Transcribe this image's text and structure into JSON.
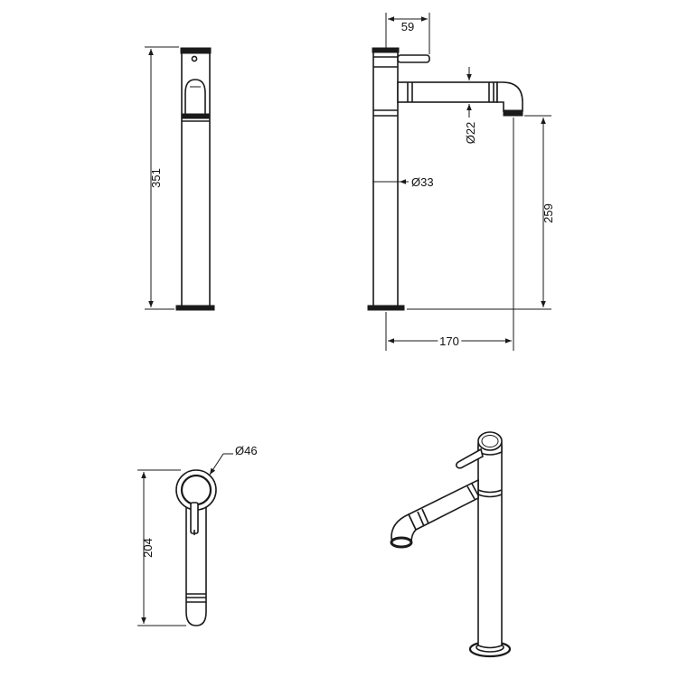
{
  "drawing": {
    "dimensions": {
      "overall_height": "351",
      "handle_offset": "59",
      "spout_diameter": "Ø22",
      "body_diameter": "Ø33",
      "spout_height": "259",
      "spout_reach": "170",
      "base_diameter": "Ø46",
      "plan_depth": "204"
    }
  },
  "colors": {
    "line": "#1a1a1a",
    "background": "#ffffff"
  }
}
